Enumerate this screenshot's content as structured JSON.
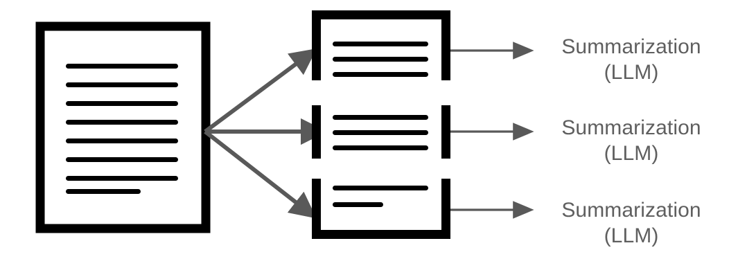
{
  "diagram": {
    "title": "Document chunking with per-chunk LLM summarization",
    "background_color": "#ffffff",
    "ink_color": "#000000",
    "arrow_color": "#595959",
    "text_color": "#5f5f5f"
  },
  "source_document": {
    "name": "source-document",
    "border_color": "#000000",
    "fill_color": "#ffffff",
    "text_lines": [
      {
        "index": 1,
        "width_ratio": 1.0
      },
      {
        "index": 2,
        "width_ratio": 1.0
      },
      {
        "index": 3,
        "width_ratio": 1.0
      },
      {
        "index": 4,
        "width_ratio": 1.0
      },
      {
        "index": 5,
        "width_ratio": 1.0
      },
      {
        "index": 6,
        "width_ratio": 1.0
      },
      {
        "index": 7,
        "width_ratio": 1.0
      },
      {
        "index": 8,
        "width_ratio": 0.67
      }
    ],
    "line_count": 8
  },
  "chunks": [
    {
      "id": "chunk-1",
      "position": "top",
      "borders": [
        "top",
        "left",
        "right"
      ],
      "text_lines": [
        {
          "index": 1,
          "width_ratio": 1.0
        },
        {
          "index": 2,
          "width_ratio": 1.0
        },
        {
          "index": 3,
          "width_ratio": 1.0
        }
      ],
      "line_count": 3
    },
    {
      "id": "chunk-2",
      "position": "middle",
      "borders": [
        "left",
        "right"
      ],
      "text_lines": [
        {
          "index": 1,
          "width_ratio": 1.0
        },
        {
          "index": 2,
          "width_ratio": 1.0
        },
        {
          "index": 3,
          "width_ratio": 1.0
        }
      ],
      "line_count": 3
    },
    {
      "id": "chunk-3",
      "position": "bottom",
      "borders": [
        "left",
        "right",
        "bottom"
      ],
      "text_lines": [
        {
          "index": 1,
          "width_ratio": 1.0
        },
        {
          "index": 2,
          "width_ratio": 0.53
        }
      ],
      "line_count": 2
    }
  ],
  "split_arrows": [
    {
      "id": "split-arrow-top",
      "from": "source-document",
      "to": "chunk-1"
    },
    {
      "id": "split-arrow-middle",
      "from": "source-document",
      "to": "chunk-2"
    },
    {
      "id": "split-arrow-bottom",
      "from": "source-document",
      "to": "chunk-3"
    }
  ],
  "output_arrows": [
    {
      "id": "output-arrow-1",
      "from": "chunk-1",
      "to": "summary-label-1"
    },
    {
      "id": "output-arrow-2",
      "from": "chunk-2",
      "to": "summary-label-2"
    },
    {
      "id": "output-arrow-3",
      "from": "chunk-3",
      "to": "summary-label-3"
    }
  ],
  "labels": [
    {
      "id": "summary-label-1",
      "line1": "Summarization",
      "line2": "(LLM)"
    },
    {
      "id": "summary-label-2",
      "line1": "Summarization",
      "line2": "(LLM)"
    },
    {
      "id": "summary-label-3",
      "line1": "Summarization",
      "line2": "(LLM)"
    }
  ]
}
